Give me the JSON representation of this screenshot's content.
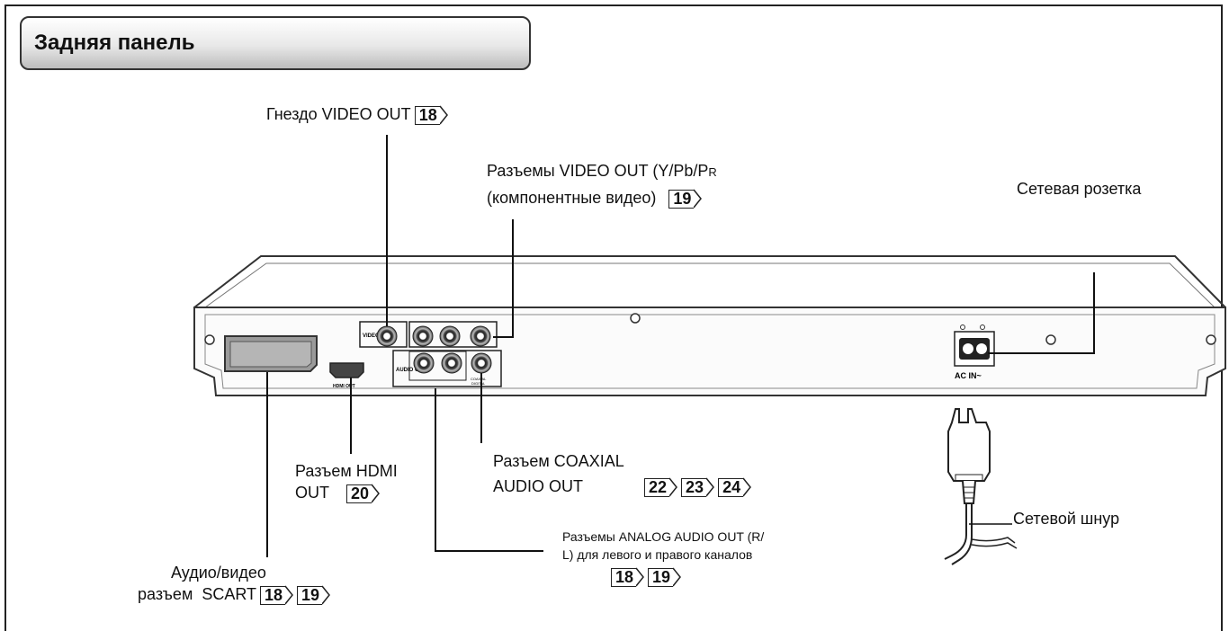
{
  "title": "Задняя панель",
  "labels": {
    "video_out": {
      "text": "Гнездо VIDEO OUT",
      "refs": [
        "18"
      ]
    },
    "component": {
      "line1": "Разъемы VIDEO OUT (Y/Pb/P",
      "line1_sub": "R",
      "line2": "(компонентные видео)",
      "refs": [
        "19"
      ]
    },
    "ac_outlet": {
      "text": "Сетевая розетка"
    },
    "hdmi": {
      "line1": "Разъем HDMI",
      "line2": "OUT",
      "refs": [
        "20"
      ]
    },
    "coaxial": {
      "line1": "Разъем COAXIAL",
      "line2": "AUDIO OUT",
      "refs": [
        "22",
        "23",
        "24"
      ]
    },
    "analog": {
      "line1": "Разъемы ANALOG AUDIO OUT (R/",
      "line2": "L) для левого и правого каналов",
      "refs": [
        "18",
        "19"
      ]
    },
    "power_cord": {
      "text": "Сетевой шнур"
    },
    "scart": {
      "line1": "Аудио/видео",
      "line2": "разъем  SCART",
      "refs": [
        "18",
        "19"
      ]
    }
  },
  "panel_labels": {
    "video_out": "VIDEO OUT",
    "audio_out": "AUDIO OUT",
    "hdmi_out": "HDMI OUT",
    "ac_in": "AC IN~",
    "coaxial": "COAXIAL",
    "digital": "DIGITAL"
  }
}
